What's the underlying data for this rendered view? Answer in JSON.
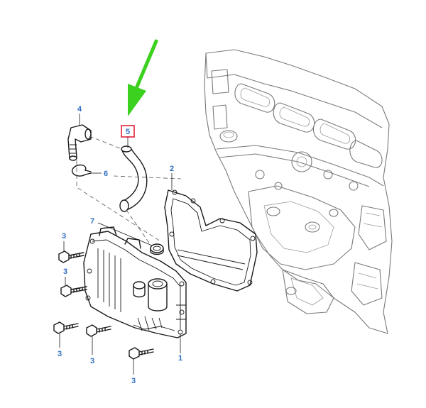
{
  "diagram": {
    "highlight_color": "#e0102a",
    "callout_color": "#2f6fc0",
    "arrow_color": "#3cd11e",
    "callouts": [
      {
        "id": "c5",
        "label": "5",
        "highlighted": true
      },
      {
        "id": "c4",
        "label": "4"
      },
      {
        "id": "c6",
        "label": "6"
      },
      {
        "id": "c2",
        "label": "2"
      },
      {
        "id": "c7",
        "label": "7"
      },
      {
        "id": "c3a",
        "label": "3"
      },
      {
        "id": "c3b",
        "label": "3"
      },
      {
        "id": "c3c",
        "label": "3"
      },
      {
        "id": "c3d",
        "label": "3"
      },
      {
        "id": "c3e",
        "label": "3"
      },
      {
        "id": "c1",
        "label": "1"
      }
    ]
  }
}
